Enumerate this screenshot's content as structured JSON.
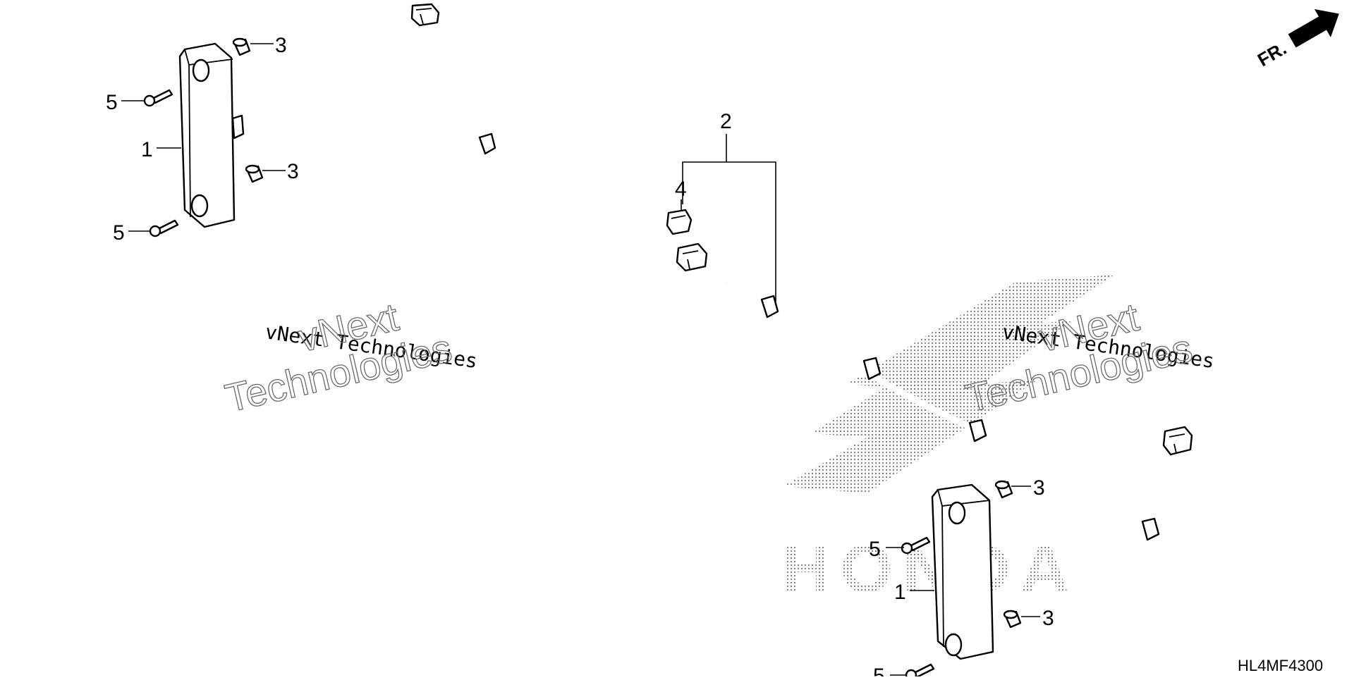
{
  "direction_label": "FR.",
  "diagram_code": "HL4MF4300",
  "watermark": {
    "mono_text": "vNext Technologies",
    "outline_line1": "vNext",
    "outline_line2": "Technologies",
    "brand_text": "HONDA"
  },
  "callouts": {
    "part_1": "1",
    "part_2": "2",
    "part_3": "3",
    "part_4": "4",
    "part_5": "5"
  },
  "colors": {
    "line": "#000000",
    "watermark_gray": "#6a6a6a",
    "background": "#ffffff"
  }
}
